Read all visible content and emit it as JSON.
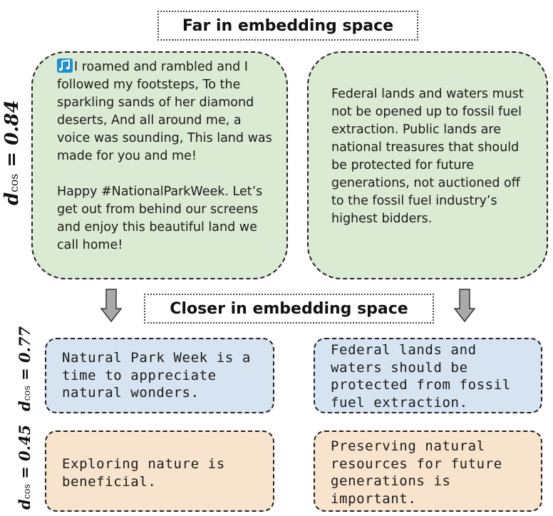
{
  "labels": {
    "far": "Far in embedding space",
    "closer": "Closer in embedding space"
  },
  "distances": {
    "top": {
      "symbol": "d",
      "sub": "cos",
      "value": "= 0.84"
    },
    "mid": {
      "symbol": "d",
      "sub": "cos",
      "value": "= 0.77"
    },
    "bottom": {
      "symbol": "d",
      "sub": "cos",
      "value": "= 0.45"
    }
  },
  "tweets": {
    "left": {
      "icon": "music-note-icon",
      "paragraph1": "I roamed and rambled and I followed my footsteps, To the sparkling sands of her diamond deserts, And all around me, a voice was sounding, This land was made for you and me!",
      "paragraph2": "Happy #NationalParkWeek. Let’s get out from behind our screens and enjoy this beautiful land we call home!"
    },
    "right": {
      "text": "Federal lands and waters must not be opened up to fossil fuel extraction. Public lands are national treasures that should be protected for future generations, not auctioned off to the fossil fuel industry’s highest bidders."
    }
  },
  "summaries_mid": {
    "left": "Natural Park Week is a time to appreciate natural wonders.",
    "right": "Federal lands and waters should be protected from fossil fuel extraction."
  },
  "summaries_bottom": {
    "left": "Exploring nature is beneficial.",
    "right": "Preserving natural resources for future generations is important."
  },
  "colors": {
    "green": "#dbead3",
    "blue": "#d6e3f0",
    "orange": "#f8e3cd",
    "music_icon": "#1e90d6"
  }
}
